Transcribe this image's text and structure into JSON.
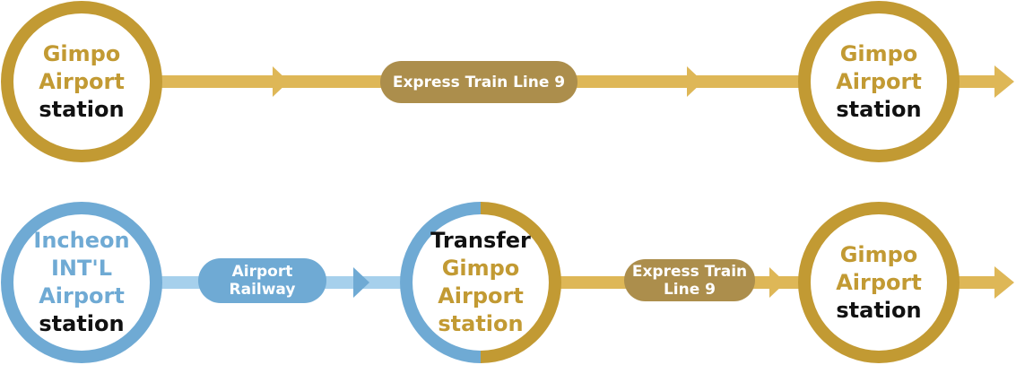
{
  "colors": {
    "gold": "#C29A33",
    "gold_line": "#DEB757",
    "blue": "#6FAAD4",
    "blue_line": "#A6D0EC",
    "pill_gold": "#AC8E4C",
    "text_dark": "#111111"
  },
  "route_1": {
    "start": {
      "line1": "Gimpo",
      "line2": "Airport",
      "line3": "station"
    },
    "segment_label": "Express Train Line 9",
    "end": {
      "line1": "Gimpo",
      "line2": "Airport",
      "line3": "station"
    }
  },
  "route_2": {
    "start": {
      "line1": "Incheon",
      "line2": "INT'L",
      "line3": "Airport",
      "line4": "station"
    },
    "segment_1_label": {
      "line1": "Airport",
      "line2": "Railway"
    },
    "transfer": {
      "line1": "Transfer",
      "line2": "Gimpo",
      "line3": "Airport",
      "line4": "station"
    },
    "segment_2_label": {
      "line1": "Express Train",
      "line2": "Line 9"
    },
    "end": {
      "line1": "Gimpo",
      "line2": "Airport",
      "line3": "station"
    }
  }
}
